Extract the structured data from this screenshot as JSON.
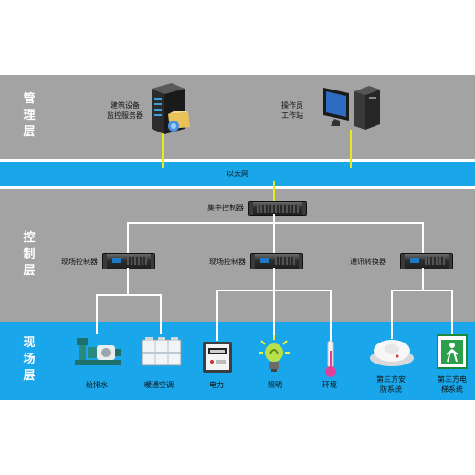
{
  "layers": {
    "management": "管理层",
    "control": "控制层",
    "field": "现场层"
  },
  "network": {
    "ethernet": "以太网"
  },
  "management_nodes": {
    "server": [
      "建筑设备",
      "监控服务器"
    ],
    "workstation": [
      "操作员",
      "工作站"
    ]
  },
  "control_nodes": {
    "central": "集中控制器",
    "field_ctrl_1": "现场控制器",
    "field_ctrl_2": "现场控制器",
    "comm_converter": "通讯转换器"
  },
  "field_devices": {
    "water": "给排水",
    "hvac": "暖通空调",
    "power": "电力",
    "lighting": "照明",
    "environment": "环境",
    "fire": [
      "第三方安",
      "防系统"
    ],
    "elevator": [
      "第三方电",
      "梯系统"
    ]
  },
  "colors": {
    "layer_gray": "#a3a3a3",
    "ethernet_band": "#19a7ea",
    "field_band": "#1aa6ea",
    "link_yellow": "#e8e81a"
  }
}
